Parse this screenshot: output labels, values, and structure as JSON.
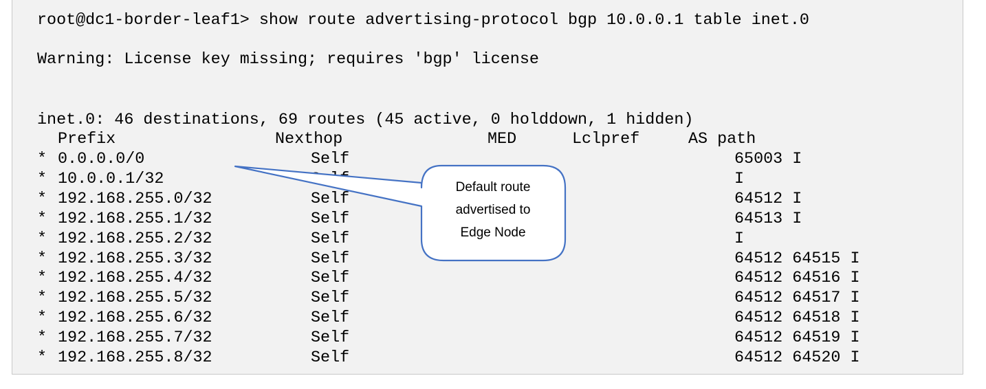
{
  "terminal": {
    "command": "root@dc1-border-leaf1> show route advertising-protocol bgp 10.0.0.1 table inet.0",
    "warning": "Warning: License key missing; requires 'bgp' license",
    "summary": "inet.0: 46 destinations, 69 routes (45 active, 0 holddown, 1 hidden)",
    "headers": {
      "prefix": "Prefix",
      "nexthop": "Nexthop",
      "med": "MED",
      "lclpref": "Lclpref",
      "aspath": "AS path"
    },
    "routes": [
      {
        "star": "*",
        "prefix": "0.0.0.0/0",
        "nexthop": "Self",
        "aspath": "65003 I"
      },
      {
        "star": "*",
        "prefix": "10.0.0.1/32",
        "nexthop": "Self",
        "aspath": "I"
      },
      {
        "star": "*",
        "prefix": "192.168.255.0/32",
        "nexthop": "Self",
        "aspath": "64512 I"
      },
      {
        "star": "*",
        "prefix": "192.168.255.1/32",
        "nexthop": "Self",
        "aspath": "64513 I"
      },
      {
        "star": "*",
        "prefix": "192.168.255.2/32",
        "nexthop": "Self",
        "aspath": "I"
      },
      {
        "star": "*",
        "prefix": "192.168.255.3/32",
        "nexthop": "Self",
        "aspath": "64512 64515 I"
      },
      {
        "star": "*",
        "prefix": "192.168.255.4/32",
        "nexthop": "Self",
        "aspath": "64512 64516 I"
      },
      {
        "star": "*",
        "prefix": "192.168.255.5/32",
        "nexthop": "Self",
        "aspath": "64512 64517 I"
      },
      {
        "star": "*",
        "prefix": "192.168.255.6/32",
        "nexthop": "Self",
        "aspath": "64512 64518 I"
      },
      {
        "star": "*",
        "prefix": "192.168.255.7/32",
        "nexthop": "Self",
        "aspath": "64512 64519 I"
      },
      {
        "star": "*",
        "prefix": "192.168.255.8/32",
        "nexthop": "Self",
        "aspath": "64512 64520 I"
      }
    ]
  },
  "callout": {
    "line1": "Default route",
    "line2": "advertised to",
    "line3": "Edge Node",
    "border_color": "#4472c4",
    "fill_color": "#ffffff"
  },
  "colors": {
    "terminal_bg": "#f2f2f2",
    "terminal_border": "#c8c8c8",
    "text": "#000000"
  }
}
